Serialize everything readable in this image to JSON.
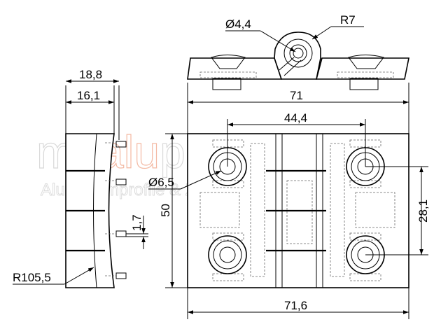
{
  "watermark": {
    "brand_prefix": "my",
    "brand_accent": "alu",
    "brand_suffix": "profil",
    "tagline": "Aluminiumprofile & Zubehör",
    "accent_color": "#f3b9a3",
    "text_color": "#d9d9d9"
  },
  "dimensions": {
    "bore_top": "Ø4,4",
    "radius_top": "R7",
    "side_width_outer": "18,8",
    "side_width_inner": "16,1",
    "front_width_top": "71",
    "hole_spacing_horizontal": "44,4",
    "counterbore_diameter": "Ø6,5",
    "height": "50",
    "thickness": "1,7",
    "hole_spacing_vertical": "28,1",
    "side_radius": "R105,5",
    "front_width_bottom": "71,6"
  }
}
